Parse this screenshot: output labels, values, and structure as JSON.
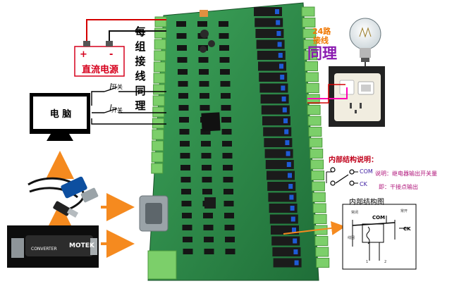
{
  "power_supply": {
    "label": "直流电源",
    "plus": "+",
    "minus": "-"
  },
  "wiring_note": {
    "chars": [
      "每",
      "组",
      "接",
      "线",
      "同",
      "理"
    ]
  },
  "switch_labels": [
    "开关",
    "开关"
  ],
  "computer": {
    "label": "电 脑"
  },
  "channels_note": {
    "line1": "24路",
    "line2": "接线",
    "line3": "同理"
  },
  "instructions": {
    "title": "内部结构说明：",
    "com": "COM",
    "ck": "CK",
    "note1": "说明：继电器输出开关量",
    "note2": "即：干接点输出"
  },
  "diagram": {
    "title": "内部结构图",
    "com": "COM",
    "ck": "CK",
    "nc": "常闭",
    "no": "常开",
    "coil": "线圈",
    "pin1": "1",
    "pin2": "2"
  },
  "converter": {
    "brand": "CONVERTER",
    "logo": "MOTEK"
  },
  "colors": {
    "board": "#2f8a47",
    "terminal": "#7ccf6a",
    "relay": "#1b1b1b",
    "wire_red": "#d40000",
    "wire_pink": "#ff00b4",
    "arrow_orange": "#f58a1f"
  }
}
